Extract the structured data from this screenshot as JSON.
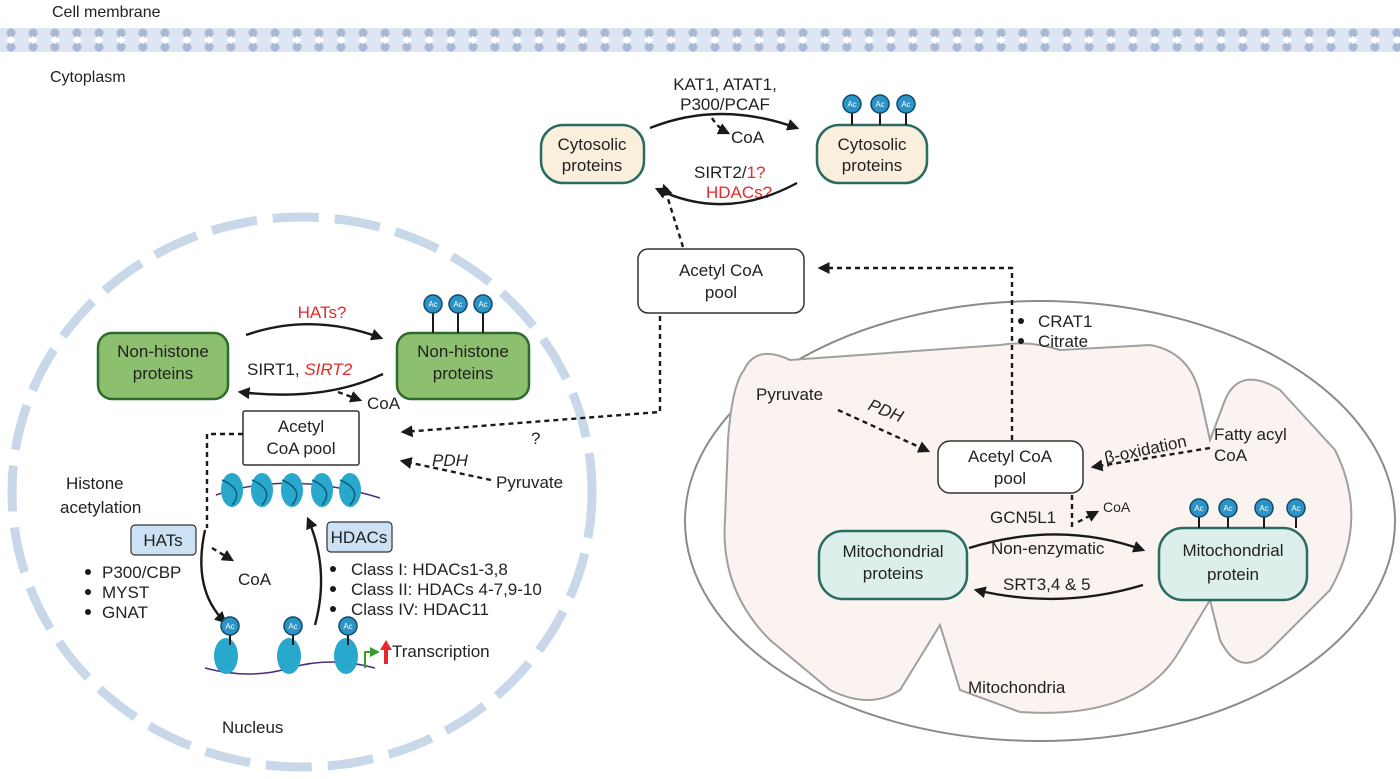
{
  "compartments": {
    "cell_membrane": "Cell membrane",
    "cytoplasm": "Cytoplasm",
    "nucleus": "Nucleus",
    "mitochondria": "Mitochondria"
  },
  "ac_badge": "Ac",
  "cytosol": {
    "protein_left": [
      "Cytosolic",
      "proteins"
    ],
    "protein_right": [
      "Cytosolic",
      "proteins"
    ],
    "enzymes_top": [
      "KAT1, ATAT1,",
      "P300/PCAF"
    ],
    "coa": "CoA",
    "deacetylases": {
      "sirt2": "SIRT2/",
      "sirt1_q": "1?",
      "hdacs": "HDACs?"
    },
    "pool": [
      "Acetyl CoA",
      "pool"
    ]
  },
  "nucleus": {
    "protein_left": [
      "Non-histone",
      "proteins"
    ],
    "protein_right": [
      "Non-histone",
      "proteins"
    ],
    "hats_q": "HATs?",
    "sirt1": "SIRT1, ",
    "sirt2": "SIRT2",
    "coa_top": "CoA",
    "pool": [
      "Acetyl",
      "CoA pool"
    ],
    "question": "?",
    "pdh": "PDH",
    "pyruvate": "Pyruvate",
    "histone_acetylation": [
      "Histone",
      "acetylation"
    ],
    "hats_box": "HATs",
    "hdacs_box": "HDACs",
    "hat_list": [
      "P300/CBP",
      "MYST",
      "GNAT"
    ],
    "coa_bottom": "CoA",
    "hdac_list": [
      "Class I: HDACs1-3,8",
      "Class II: HDACs 4-7,9-10",
      "Class IV: HDAC11"
    ],
    "transcription": "Transcription"
  },
  "mito": {
    "crat_list": [
      "CRAT1",
      "Citrate"
    ],
    "pyruvate": "Pyruvate",
    "pdh": "PDH",
    "pool": [
      "Acetyl CoA",
      "pool"
    ],
    "beta_ox": "β-oxidation",
    "fatty": [
      "Fatty acyl",
      "CoA"
    ],
    "gcn5l1": "GCN5L1",
    "coa": "CoA",
    "non_enzymatic": "Non-enzymatic",
    "srt": "SRT3,4 & 5",
    "protein_left": [
      "Mitochondrial",
      "proteins"
    ],
    "protein_right": [
      "Mitochondrial",
      "protein"
    ]
  },
  "colors": {
    "membrane": "#a9b8d4",
    "nucleus_dash": "#c9d8e8",
    "green_fill": "#8cbf6e",
    "green_stroke": "#2f6b2c",
    "cyto_fill": "#faeedd",
    "mito_fill": "#fbf3ef",
    "mito_protein_fill": "#dcefeb",
    "mito_protein_stroke": "#2c6b62",
    "ac_fill": "#2b93c6",
    "box_fill": "#cde1f5",
    "nucleosome": "#28a8cc",
    "dna": "#4a2c7a",
    "red": "#e32b2b"
  }
}
